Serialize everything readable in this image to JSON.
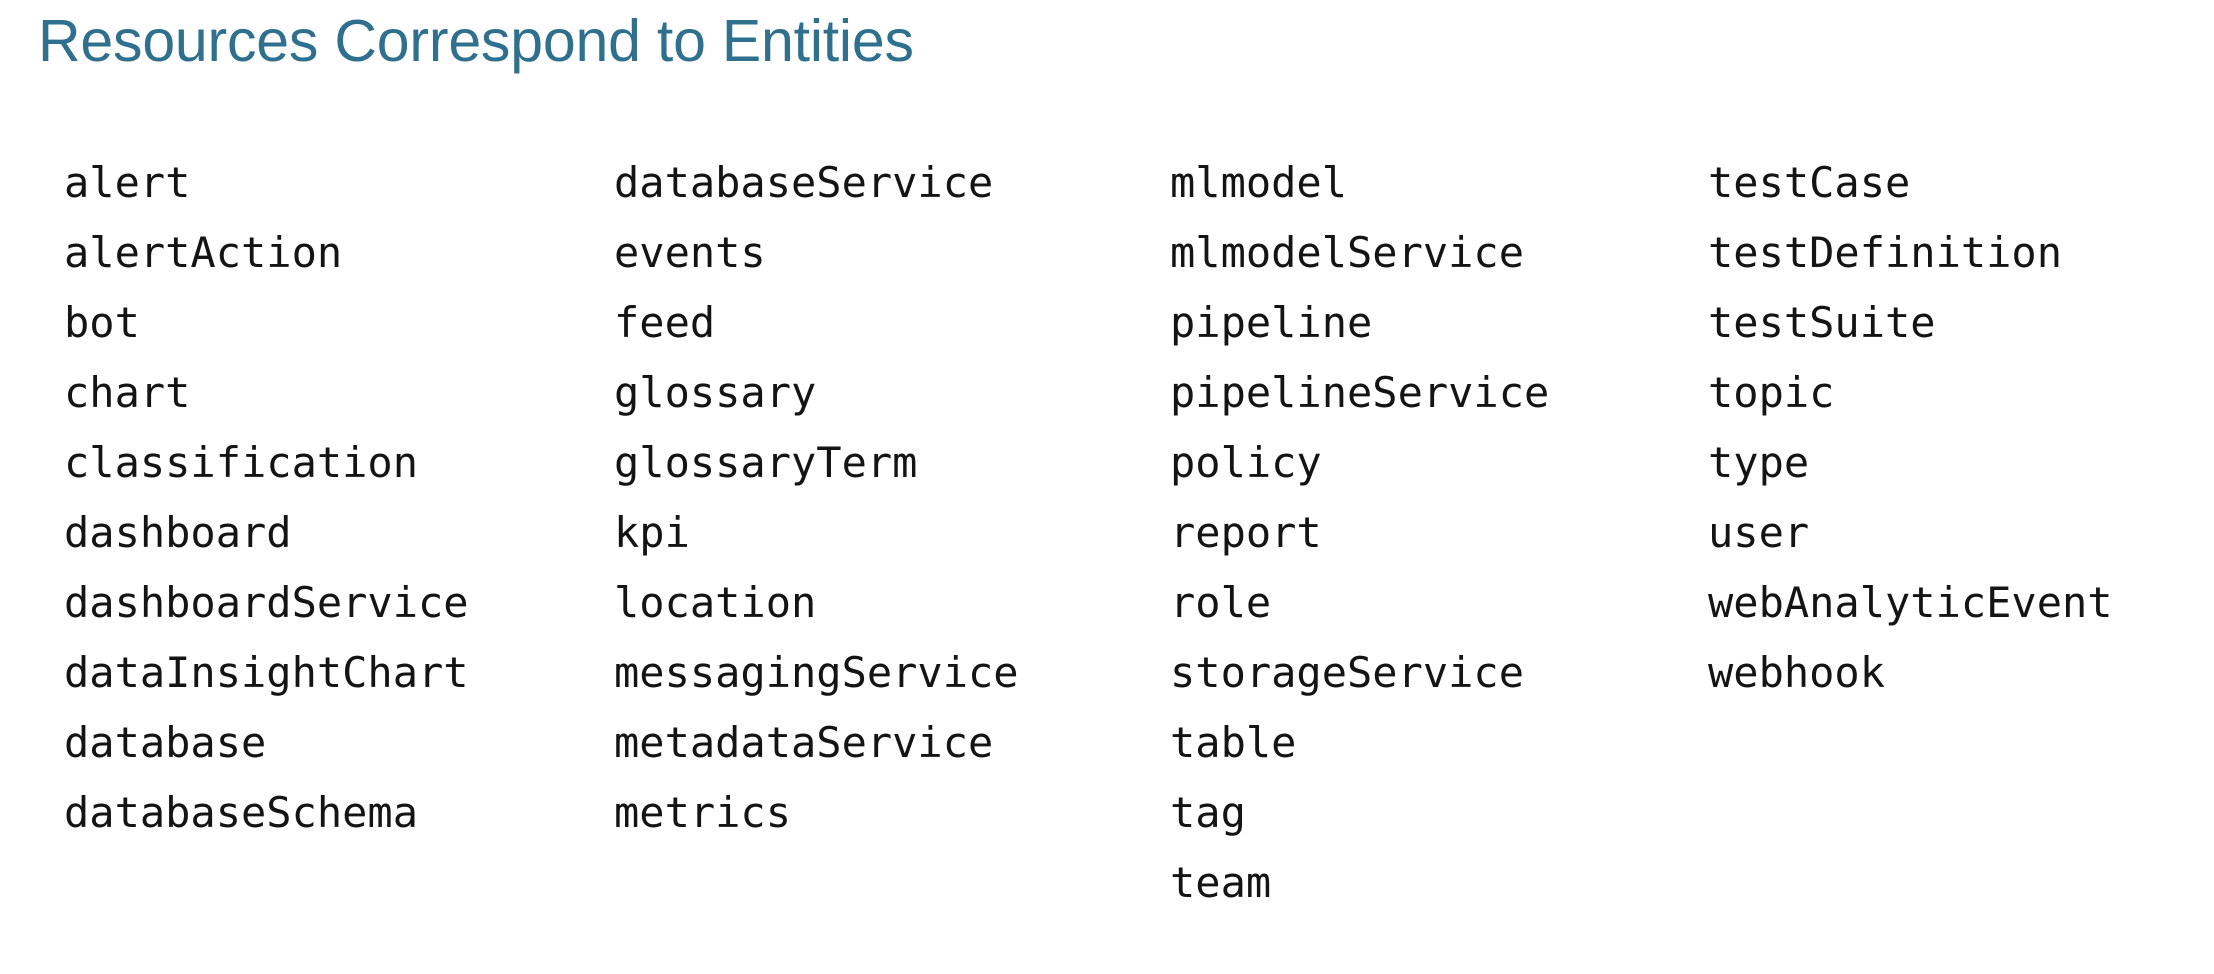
{
  "slide": {
    "title": "Resources Correspond to Entities",
    "title_color": "#30708f",
    "background_color": "#ffffff",
    "body_text_color": "#141414"
  },
  "entity_columns": [
    {
      "name": "column-1",
      "items": [
        "alert",
        "alertAction",
        "bot",
        "chart",
        "classification",
        "dashboard",
        "dashboardService",
        "dataInsightChart",
        "database",
        "databaseSchema"
      ]
    },
    {
      "name": "column-2",
      "items": [
        "databaseService",
        "events",
        "feed",
        "glossary",
        "glossaryTerm",
        "kpi",
        "location",
        "messagingService",
        "metadataService",
        "metrics"
      ]
    },
    {
      "name": "column-3",
      "items": [
        "mlmodel",
        "mlmodelService",
        "pipeline",
        "pipelineService",
        "policy",
        "report",
        "role",
        "storageService",
        "table",
        "tag",
        "team"
      ]
    },
    {
      "name": "column-4",
      "items": [
        "testCase",
        "testDefinition",
        "testSuite",
        "topic",
        "type",
        "user",
        "webAnalyticEvent",
        "webhook"
      ]
    }
  ]
}
